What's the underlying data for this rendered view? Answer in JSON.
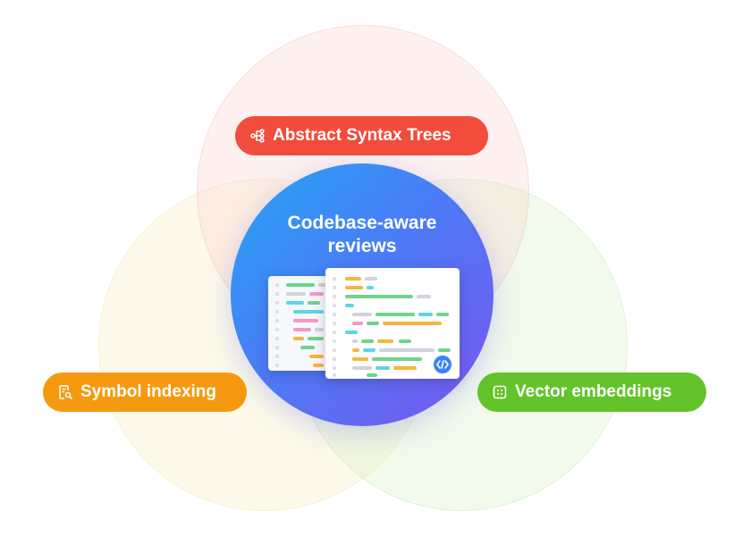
{
  "center": {
    "title_line1": "Codebase-aware",
    "title_line2": "reviews"
  },
  "pills": [
    {
      "label": "Abstract Syntax Trees",
      "icon": "tree-icon",
      "color": "#f14c3c"
    },
    {
      "label": "Symbol indexing",
      "icon": "document-search-icon",
      "color": "#f59a10"
    },
    {
      "label": "Vector embeddings",
      "icon": "grid-icon",
      "color": "#63c32a"
    }
  ],
  "colors": {
    "gradient_start": "#25a6f5",
    "gradient_end": "#7b55ef",
    "code_green": "#6fd48c",
    "code_orange": "#f6b73c",
    "code_cyan": "#5fd3e8",
    "code_pink": "#f39ac7",
    "code_gray": "#cfd3dc"
  }
}
